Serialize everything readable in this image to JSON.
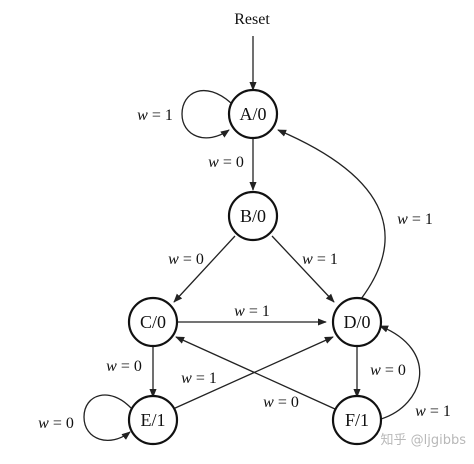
{
  "reset_label": "Reset",
  "states": {
    "A": "A/0",
    "B": "B/0",
    "C": "C/0",
    "D": "D/0",
    "E": "E/1",
    "F": "F/1"
  },
  "transitions": {
    "A_self": {
      "var": "w",
      "eq": "=",
      "val": "1"
    },
    "A_to_B": {
      "var": "w",
      "eq": "=",
      "val": "0"
    },
    "B_to_C": {
      "var": "w",
      "eq": "=",
      "val": "0"
    },
    "B_to_D": {
      "var": "w",
      "eq": "=",
      "val": "1"
    },
    "C_to_D": {
      "var": "w",
      "eq": "=",
      "val": "1"
    },
    "D_to_A": {
      "var": "w",
      "eq": "=",
      "val": "1"
    },
    "C_to_E": {
      "var": "w",
      "eq": "=",
      "val": "0"
    },
    "E_to_D": {
      "var": "w",
      "eq": "=",
      "val": "1"
    },
    "F_to_C": {
      "var": "w",
      "eq": "=",
      "val": "0"
    },
    "D_to_F": {
      "var": "w",
      "eq": "=",
      "val": "0"
    },
    "F_to_D": {
      "var": "w",
      "eq": "=",
      "val": "1"
    },
    "E_self": {
      "var": "w",
      "eq": "=",
      "val": "0"
    }
  },
  "watermark": "知乎 @ljgibbs"
}
